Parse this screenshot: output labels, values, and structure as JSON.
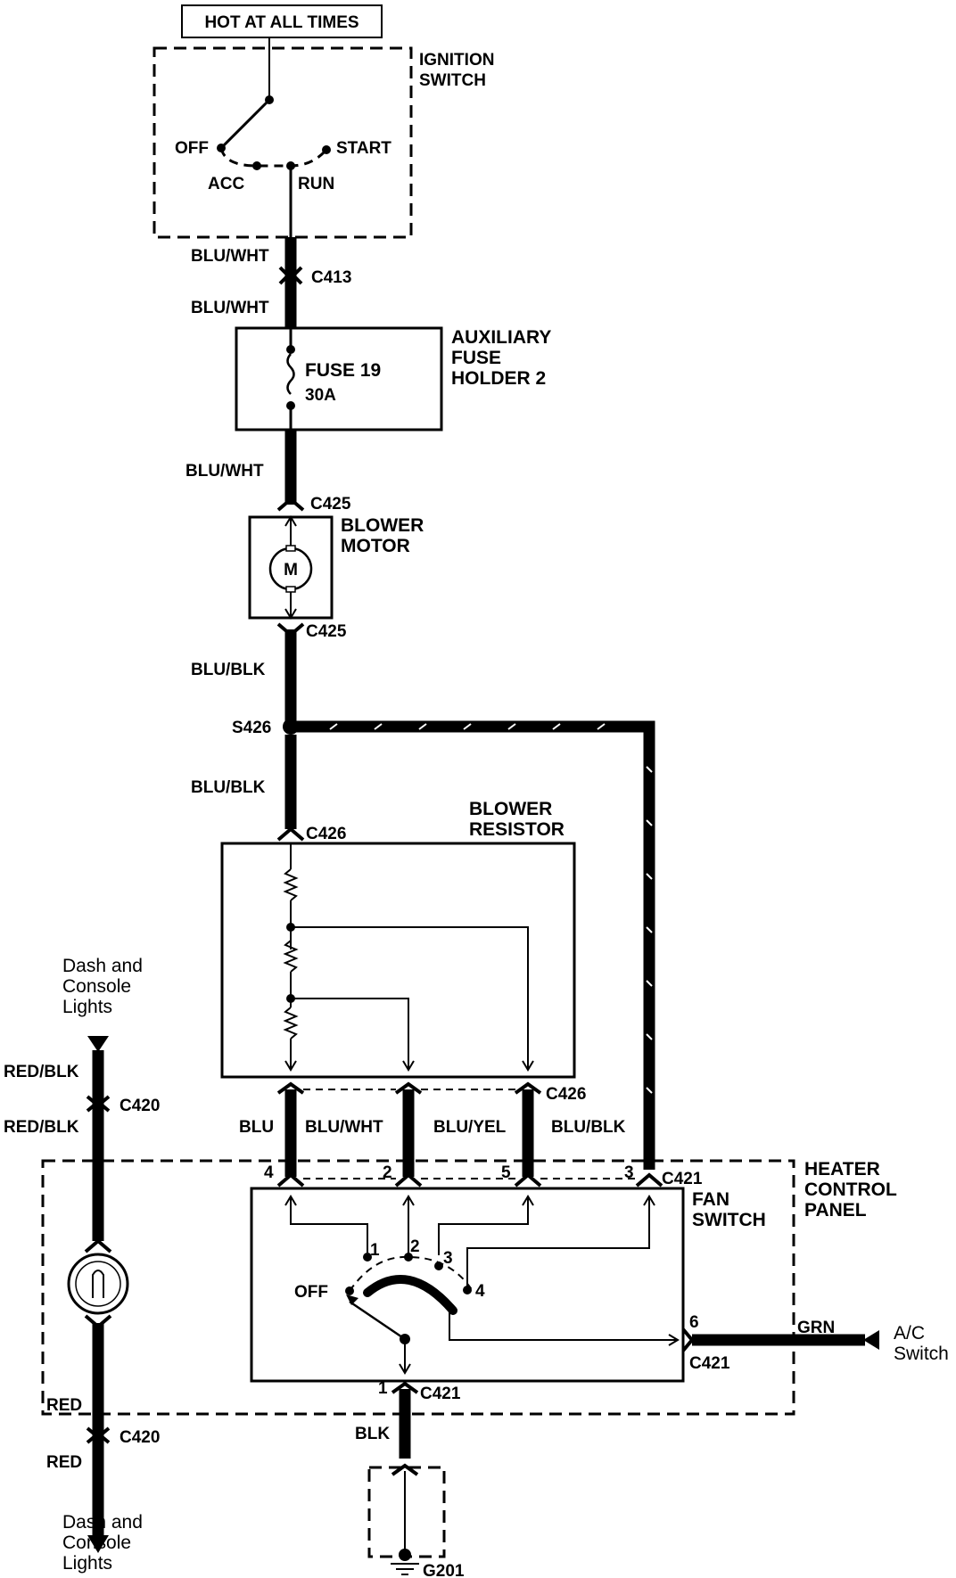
{
  "labels": {
    "hot": "HOT AT ALL TIMES",
    "ign1": "IGNITION",
    "ign2": "SWITCH",
    "off_ign": "OFF",
    "start": "START",
    "acc": "ACC",
    "run": "RUN",
    "w_bluwht_1": "BLU/WHT",
    "c413": "C413",
    "w_bluwht_2": "BLU/WHT",
    "aux1": "AUXILIARY",
    "aux2": "FUSE",
    "aux3": "HOLDER 2",
    "fuse": "FUSE 19",
    "fuse_amp": "30A",
    "w_bluwht_3": "BLU/WHT",
    "c425_top": "C425",
    "blower1": "BLOWER",
    "blower2": "MOTOR",
    "motor": "M",
    "c425_bot": "C425",
    "w_blublk_1": "BLU/BLK",
    "s426": "S426",
    "w_blublk_2": "BLU/BLK",
    "c426_top": "C426",
    "res1": "BLOWER",
    "res2": "RESISTOR",
    "c426_bot": "C426",
    "w_blu": "BLU",
    "w_bluwht_4": "BLU/WHT",
    "w_bluyel": "BLU/YEL",
    "w_blublk_3": "BLU/BLK",
    "pin4": "4",
    "pin2": "2",
    "pin5": "5",
    "pin3": "3",
    "c421_a": "C421",
    "hcp1": "HEATER",
    "hcp2": "CONTROL",
    "hcp3": "PANEL",
    "fan1": "FAN",
    "fan2": "SWITCH",
    "sw1": "1",
    "sw2": "2",
    "sw3": "3",
    "sw4": "4",
    "off_fan": "OFF",
    "pin6": "6",
    "c421_b": "C421",
    "grn": "GRN",
    "ac1": "A/C",
    "ac2": "Switch",
    "pin1": "1",
    "c421_c": "C421",
    "blk": "BLK",
    "g201": "G201",
    "dash_top1": "Dash and",
    "dash_top2": "Console",
    "dash_top3": "Lights",
    "redblk_1": "RED/BLK",
    "redblk_2": "RED/BLK",
    "c420_top": "C420",
    "red_1": "RED",
    "c420_bot": "C420",
    "red_2": "RED",
    "dash_bot1": "Dash and",
    "dash_bot2": "Console",
    "dash_bot3": "Lights"
  }
}
